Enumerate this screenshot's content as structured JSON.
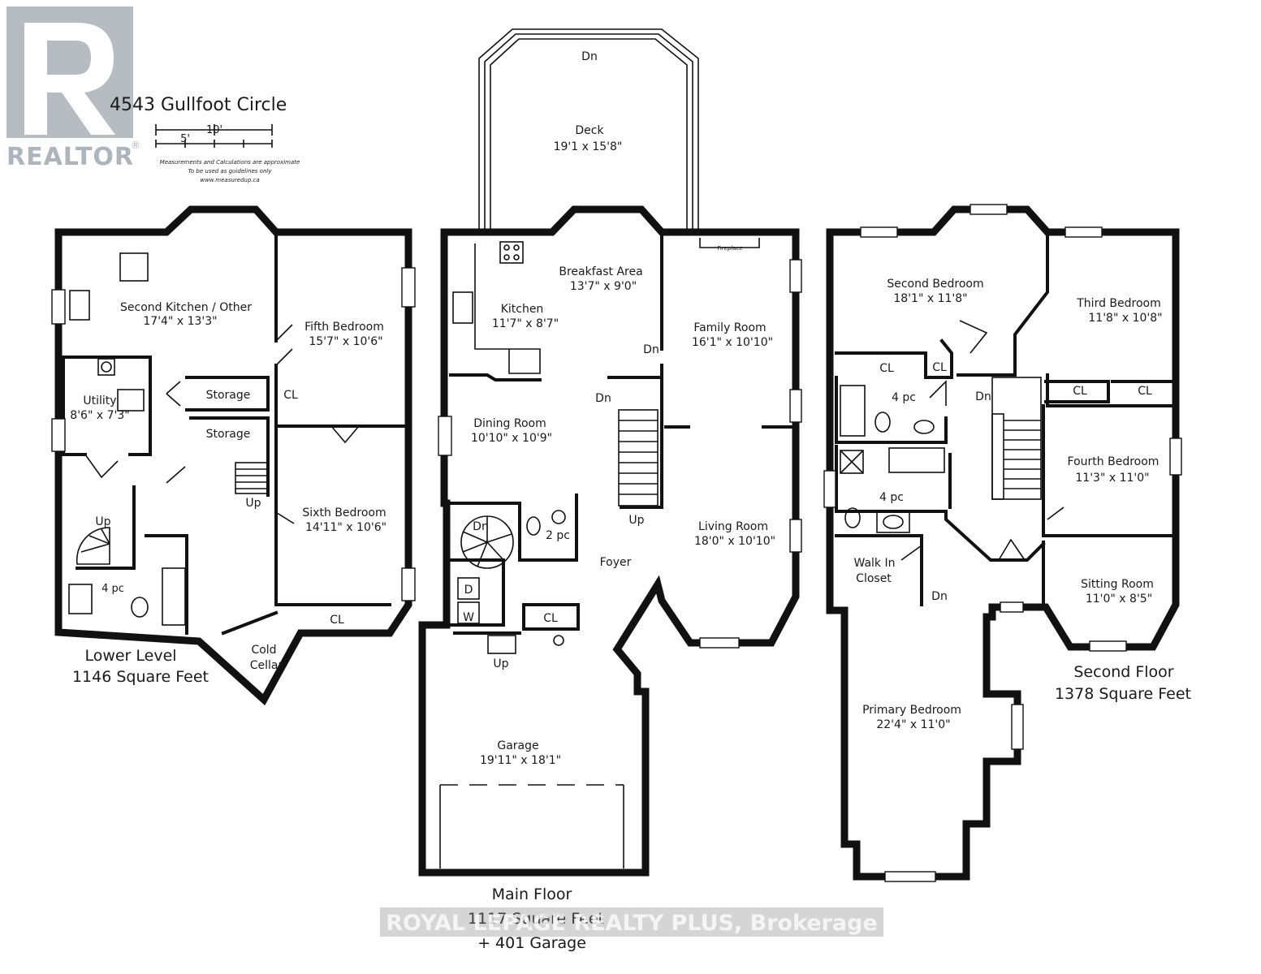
{
  "logo": {
    "text": "REALTOR",
    "mark": "®",
    "color": "#b7bcc2"
  },
  "header": {
    "address": "4543 Gullfoot Circle",
    "scale_5": "5'",
    "scale_10": "10'",
    "disclaimer_1": "Measurements and Calculations are approximate",
    "disclaimer_2": "To be used as guidelines only",
    "disclaimer_3": "www.measuredup.ca"
  },
  "lower_level": {
    "name": "Lower Level",
    "area": "1146 Square Feet",
    "rooms": {
      "second_kitchen": {
        "name": "Second Kitchen / Other",
        "dim": "17'4\" x 13'3\""
      },
      "fifth_bedroom": {
        "name": "Fifth Bedroom",
        "dim": "15'7\" x 10'6\""
      },
      "utility": {
        "name": "Utility",
        "dim": "8'6\" x 7'3\""
      },
      "storage_1": {
        "name": "Storage"
      },
      "storage_2": {
        "name": "Storage"
      },
      "cl_1": {
        "name": "CL"
      },
      "sixth_bedroom": {
        "name": "Sixth Bedroom",
        "dim": "14'11\" x 10'6\""
      },
      "bath": {
        "name": "4 pc"
      },
      "cold_cellar": {
        "name": "Cold",
        "name2": "Cellar"
      },
      "cl_2": {
        "name": "CL"
      },
      "up_1": "Up",
      "up_2": "Up"
    }
  },
  "main_floor": {
    "name": "Main Floor",
    "area": "1117 Square Feet",
    "garage_area": "+ 401 Garage",
    "rooms": {
      "deck": {
        "name": "Deck",
        "dim": "19'1 x 15'8\""
      },
      "deck_dn": "Dn",
      "breakfast": {
        "name": "Breakfast Area",
        "dim": "13'7\" x 9'0\""
      },
      "kitchen": {
        "name": "Kitchen",
        "dim": "11'7\" x 8'7\""
      },
      "family": {
        "name": "Family Room",
        "dim": "16'1\" x 10'10\""
      },
      "fireplace": "Fireplace",
      "dining": {
        "name": "Dining Room",
        "dim": "10'10\" x 10'9\""
      },
      "living": {
        "name": "Living Room",
        "dim": "18'0\" x 10'10\""
      },
      "foyer": {
        "name": "Foyer"
      },
      "powder": {
        "name": "2 pc"
      },
      "cl": {
        "name": "CL"
      },
      "garage": {
        "name": "Garage",
        "dim": "19'11\" x 18'1\""
      },
      "washer": "W",
      "dryer": "D",
      "dn_1": "Dn",
      "dn_2": "Dn",
      "dn_3": "Dn",
      "up_1": "Up",
      "up_2": "Up"
    }
  },
  "second_floor": {
    "name": "Second Floor",
    "area": "1378 Square Feet",
    "rooms": {
      "second_bedroom": {
        "name": "Second Bedroom",
        "dim": "18'1\" x 11'8\""
      },
      "third_bedroom": {
        "name": "Third Bedroom",
        "dim": "11'8\" x 10'8\""
      },
      "cl_1": "CL",
      "cl_2": "CL",
      "cl_3": "CL",
      "cl_4": "CL",
      "bath_1": "4 pc",
      "bath_2": "4 pc",
      "fourth_bedroom": {
        "name": "Fourth Bedroom",
        "dim": "11'3\" x 11'0\""
      },
      "walk_in": {
        "name": "Walk In",
        "name2": "Closet"
      },
      "sitting": {
        "name": "Sitting Room",
        "dim": "11'0\" x 8'5\""
      },
      "primary": {
        "name": "Primary Bedroom",
        "dim": "22'4\" x 11'0\""
      },
      "dn_1": "Dn",
      "dn_2": "Dn"
    }
  },
  "watermark": "ROYAL LEPAGE REALTY PLUS, Brokerage"
}
